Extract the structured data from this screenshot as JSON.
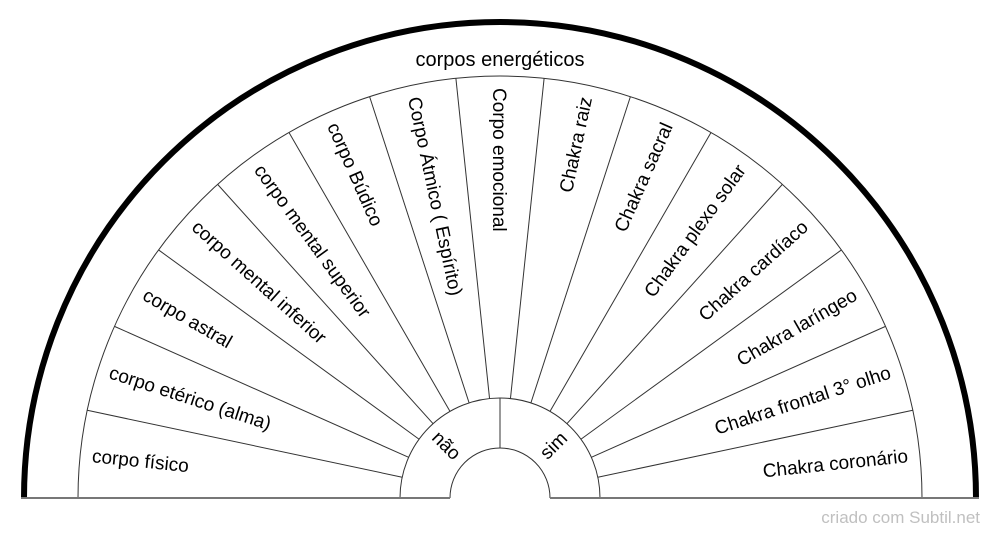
{
  "title": "corpos energéticos",
  "hub": {
    "left_label": "não",
    "right_label": "sim"
  },
  "sectors": [
    "corpo físico",
    "corpo etérico (alma)",
    "corpo astral",
    "corpo mental inferior",
    "corpo mental superior",
    "corpo Búdico",
    "Corpo Átmico ( Espírito)",
    "Corpo emocional",
    "Chakra raiz",
    "Chakra sacral",
    "Chakra plexo solar",
    "Chakra cardíaco",
    "Chakra laríngeo",
    "Chakra frontal 3° olho",
    "Chakra coronário"
  ],
  "credit": "criado com Subtil.net"
}
